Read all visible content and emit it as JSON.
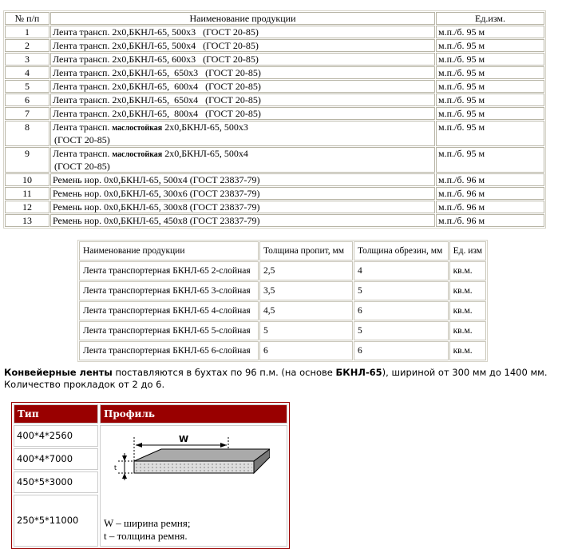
{
  "table1": {
    "headers": [
      "№ п/п",
      "Наименование продукции",
      "Ед.изм."
    ],
    "rows": [
      {
        "n": "1",
        "pre": "Лента трансп. 2х0,БКНЛ-65, 500х3   (ГОСТ 20-85)",
        "unit": "м.п./б. 95 м"
      },
      {
        "n": "2",
        "pre": "Лента трансп. 2х0,БКНЛ-65, 500х4   (ГОСТ 20-85)",
        "unit": "м.п./б. 95 м"
      },
      {
        "n": "3",
        "pre": "Лента трансп. 2х0,БКНЛ-65, 600х3   (ГОСТ 20-85)",
        "unit": "м.п./б. 95 м"
      },
      {
        "n": "4",
        "pre": "Лента трансп. 2х0,БКНЛ-65,  650х3   (ГОСТ 20-85)",
        "unit": "м.п./б. 95 м"
      },
      {
        "n": "5",
        "pre": "Лента трансп. 2х0,БКНЛ-65,  600х4   (ГОСТ 20-85)",
        "unit": "м.п./б. 95 м"
      },
      {
        "n": "6",
        "pre": "Лента трансп. 2х0,БКНЛ-65,  650х4   (ГОСТ 20-85)",
        "unit": "м.п./б. 95 м"
      },
      {
        "n": "7",
        "pre": "Лента трансп. 2х0,БКНЛ-65,  800х4   (ГОСТ 20-85)",
        "unit": "м.п./б. 95 м"
      },
      {
        "n": "8",
        "pre": "Лента трансп. ",
        "bold": "маслостойкая",
        "post": " 2х0,БКНЛ-65, 500х3",
        "line2": "(ГОСТ 20-85)",
        "unit": "м.п./б. 95 м"
      },
      {
        "n": "9",
        "pre": "Лента трансп. ",
        "bold": "маслостойкая",
        "post": " 2х0,БКНЛ-65, 500х4",
        "line2": "(ГОСТ 20-85)",
        "unit": "м.п./б. 95 м"
      },
      {
        "n": "10",
        "pre": "Ремень нор. 0х0,БКНЛ-65, 500х4 (ГОСТ 23837-79)",
        "unit": "м.п./б. 96 м"
      },
      {
        "n": "11",
        "pre": "Ремень нор. 0х0,БКНЛ-65, 300х6 (ГОСТ 23837-79)",
        "unit": "м.п./б. 96 м"
      },
      {
        "n": "12",
        "pre": "Ремень нор. 0х0,БКНЛ-65, 300х8 (ГОСТ 23837-79)",
        "unit": "м.п./б. 96 м"
      },
      {
        "n": "13",
        "pre": "Ремень нор. 0х0,БКНЛ-65, 450х8 (ГОСТ 23837-79)",
        "unit": "м.п./б. 96 м"
      }
    ]
  },
  "table2": {
    "headers": [
      "Наименование продукции",
      "Толщина пропит, мм",
      "Толщина обрезин, мм",
      "Ед. изм"
    ],
    "rows": [
      [
        "Лента транспортерная БКНЛ-65 2-слойная",
        "2,5",
        "4",
        "кв.м."
      ],
      [
        "Лента транспортерная БКНЛ-65 3-слойная",
        "3,5",
        "5",
        "кв.м."
      ],
      [
        "Лента транспортерная БКНЛ-65 4-слойная",
        "4,5",
        "6",
        "кв.м."
      ],
      [
        "Лента транспортерная БКНЛ-65 5-слойная",
        "5",
        "5",
        "кв.м."
      ],
      [
        "Лента транспортерная БКНЛ-65 6-слойная",
        "6",
        "6",
        "кв.м."
      ]
    ]
  },
  "paragraph": {
    "b1": "Конвейерные ленты",
    "t1": " поставляются в бухтах по 96 п.м. (на основе ",
    "b2": "БКНЛ-65",
    "t2": "), шириной от 300 мм до 1400 мм. Количество прокладок от 2 до 6."
  },
  "table3": {
    "headers": [
      "Тип",
      "Профиль"
    ],
    "types": [
      "400*4*2560",
      "400*4*7000",
      "450*5*3000",
      "250*5*11000"
    ],
    "legend1": "W – ширина ремня;",
    "legend2": "t – толщина ремня.",
    "diagram_label": "W",
    "diagram_t": "t",
    "header_color": "#990000"
  }
}
